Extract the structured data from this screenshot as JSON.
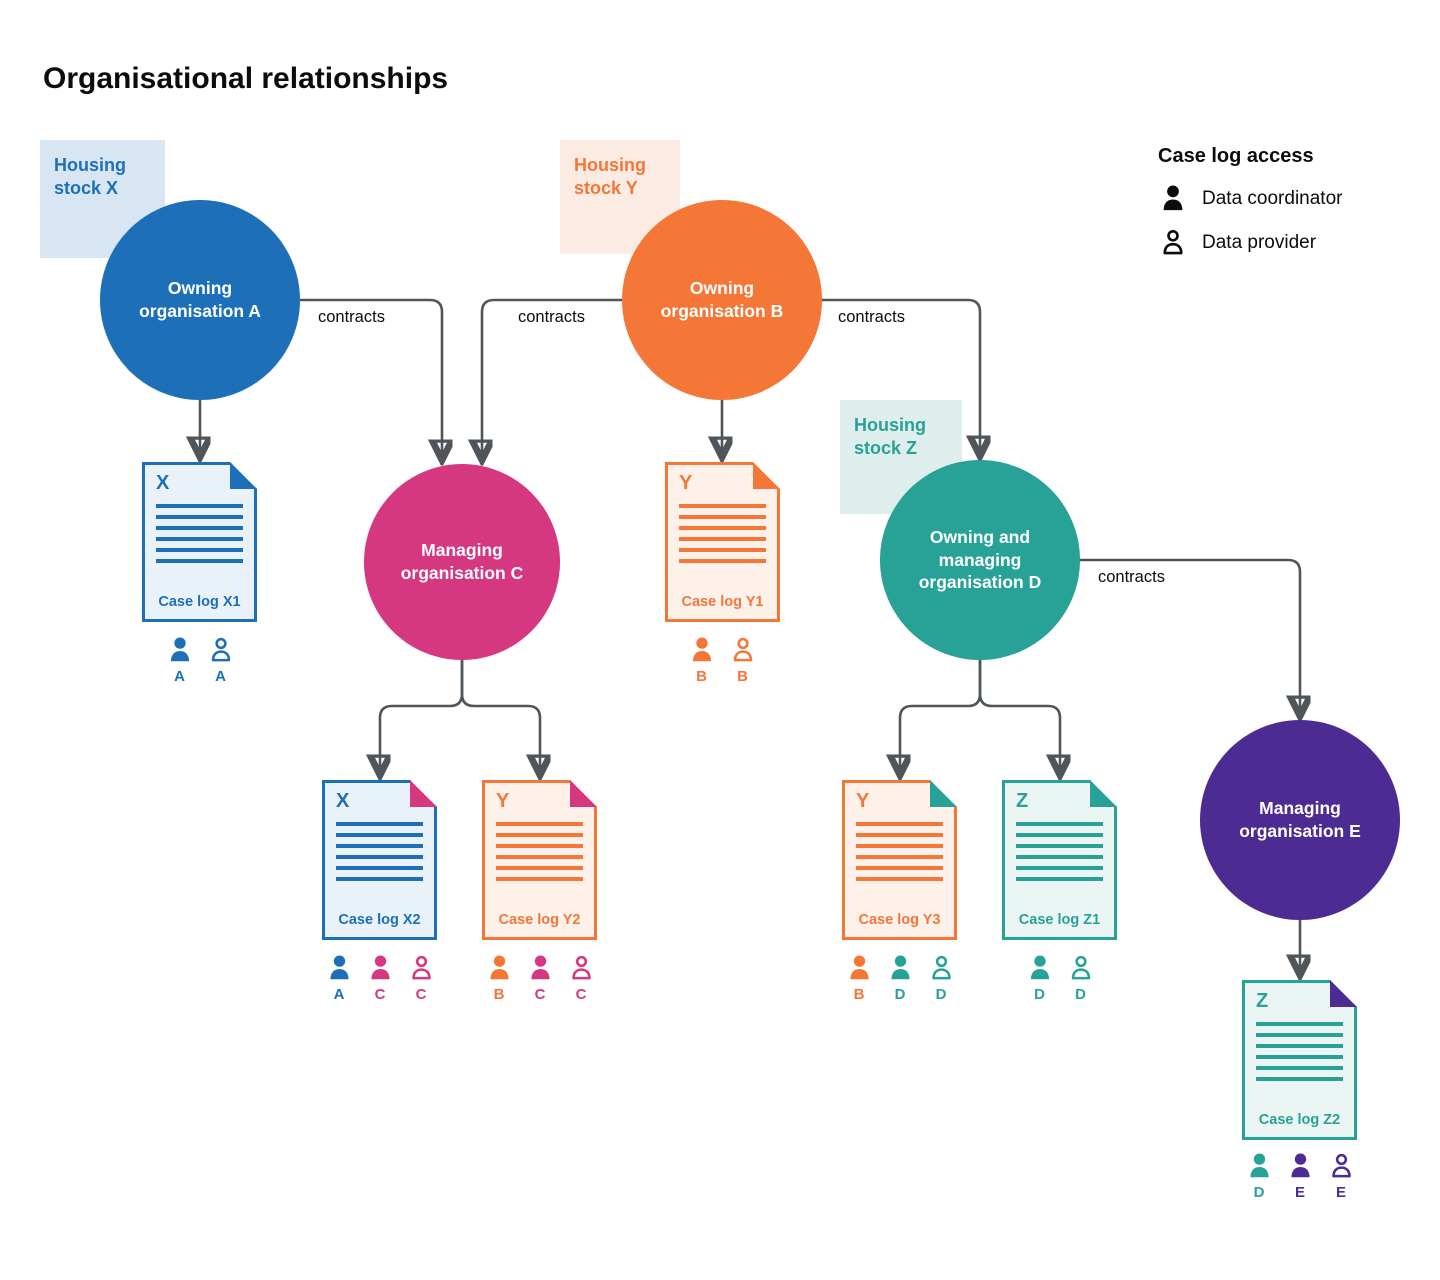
{
  "title": "Organisational relationships",
  "legend": {
    "title": "Case log access",
    "coordinator_label": "Data coordinator",
    "provider_label": "Data provider"
  },
  "labels": {
    "contracts": "contracts"
  },
  "colors": {
    "blue": "#1d70b8",
    "orange": "#f47738",
    "pink": "#d53880",
    "teal": "#28a197",
    "purple": "#4c2c92",
    "arrow": "#4e565b"
  },
  "housing_stocks": {
    "x": {
      "label": "Housing stock X"
    },
    "y": {
      "label": "Housing stock Y"
    },
    "z": {
      "label": "Housing stock Z"
    }
  },
  "organisations": {
    "a": {
      "label": "Owning organisation A"
    },
    "b": {
      "label": "Owning organisation B"
    },
    "c": {
      "label": "Managing organisation C"
    },
    "d": {
      "label": "Owning and managing organisation D"
    },
    "e": {
      "label": "Managing organisation E"
    }
  },
  "case_logs": {
    "x1": {
      "letter": "X",
      "label": "Case log X1",
      "access": [
        {
          "role": "Data coordinator",
          "org": "A"
        },
        {
          "role": "Data provider",
          "org": "A"
        }
      ]
    },
    "y1": {
      "letter": "Y",
      "label": "Case log Y1",
      "access": [
        {
          "role": "Data coordinator",
          "org": "B"
        },
        {
          "role": "Data provider",
          "org": "B"
        }
      ]
    },
    "x2": {
      "letter": "X",
      "label": "Case log X2",
      "access": [
        {
          "role": "Data coordinator",
          "org": "A"
        },
        {
          "role": "Data coordinator",
          "org": "C"
        },
        {
          "role": "Data provider",
          "org": "C"
        }
      ]
    },
    "y2": {
      "letter": "Y",
      "label": "Case log Y2",
      "access": [
        {
          "role": "Data coordinator",
          "org": "B"
        },
        {
          "role": "Data coordinator",
          "org": "C"
        },
        {
          "role": "Data provider",
          "org": "C"
        }
      ]
    },
    "y3": {
      "letter": "Y",
      "label": "Case log Y3",
      "access": [
        {
          "role": "Data coordinator",
          "org": "B"
        },
        {
          "role": "Data coordinator",
          "org": "D"
        },
        {
          "role": "Data provider",
          "org": "D"
        }
      ]
    },
    "z1": {
      "letter": "Z",
      "label": "Case log Z1",
      "access": [
        {
          "role": "Data coordinator",
          "org": "D"
        },
        {
          "role": "Data provider",
          "org": "D"
        }
      ]
    },
    "z2": {
      "letter": "Z",
      "label": "Case log Z2",
      "access": [
        {
          "role": "Data coordinator",
          "org": "D"
        },
        {
          "role": "Data coordinator",
          "org": "E"
        },
        {
          "role": "Data provider",
          "org": "E"
        }
      ]
    }
  }
}
